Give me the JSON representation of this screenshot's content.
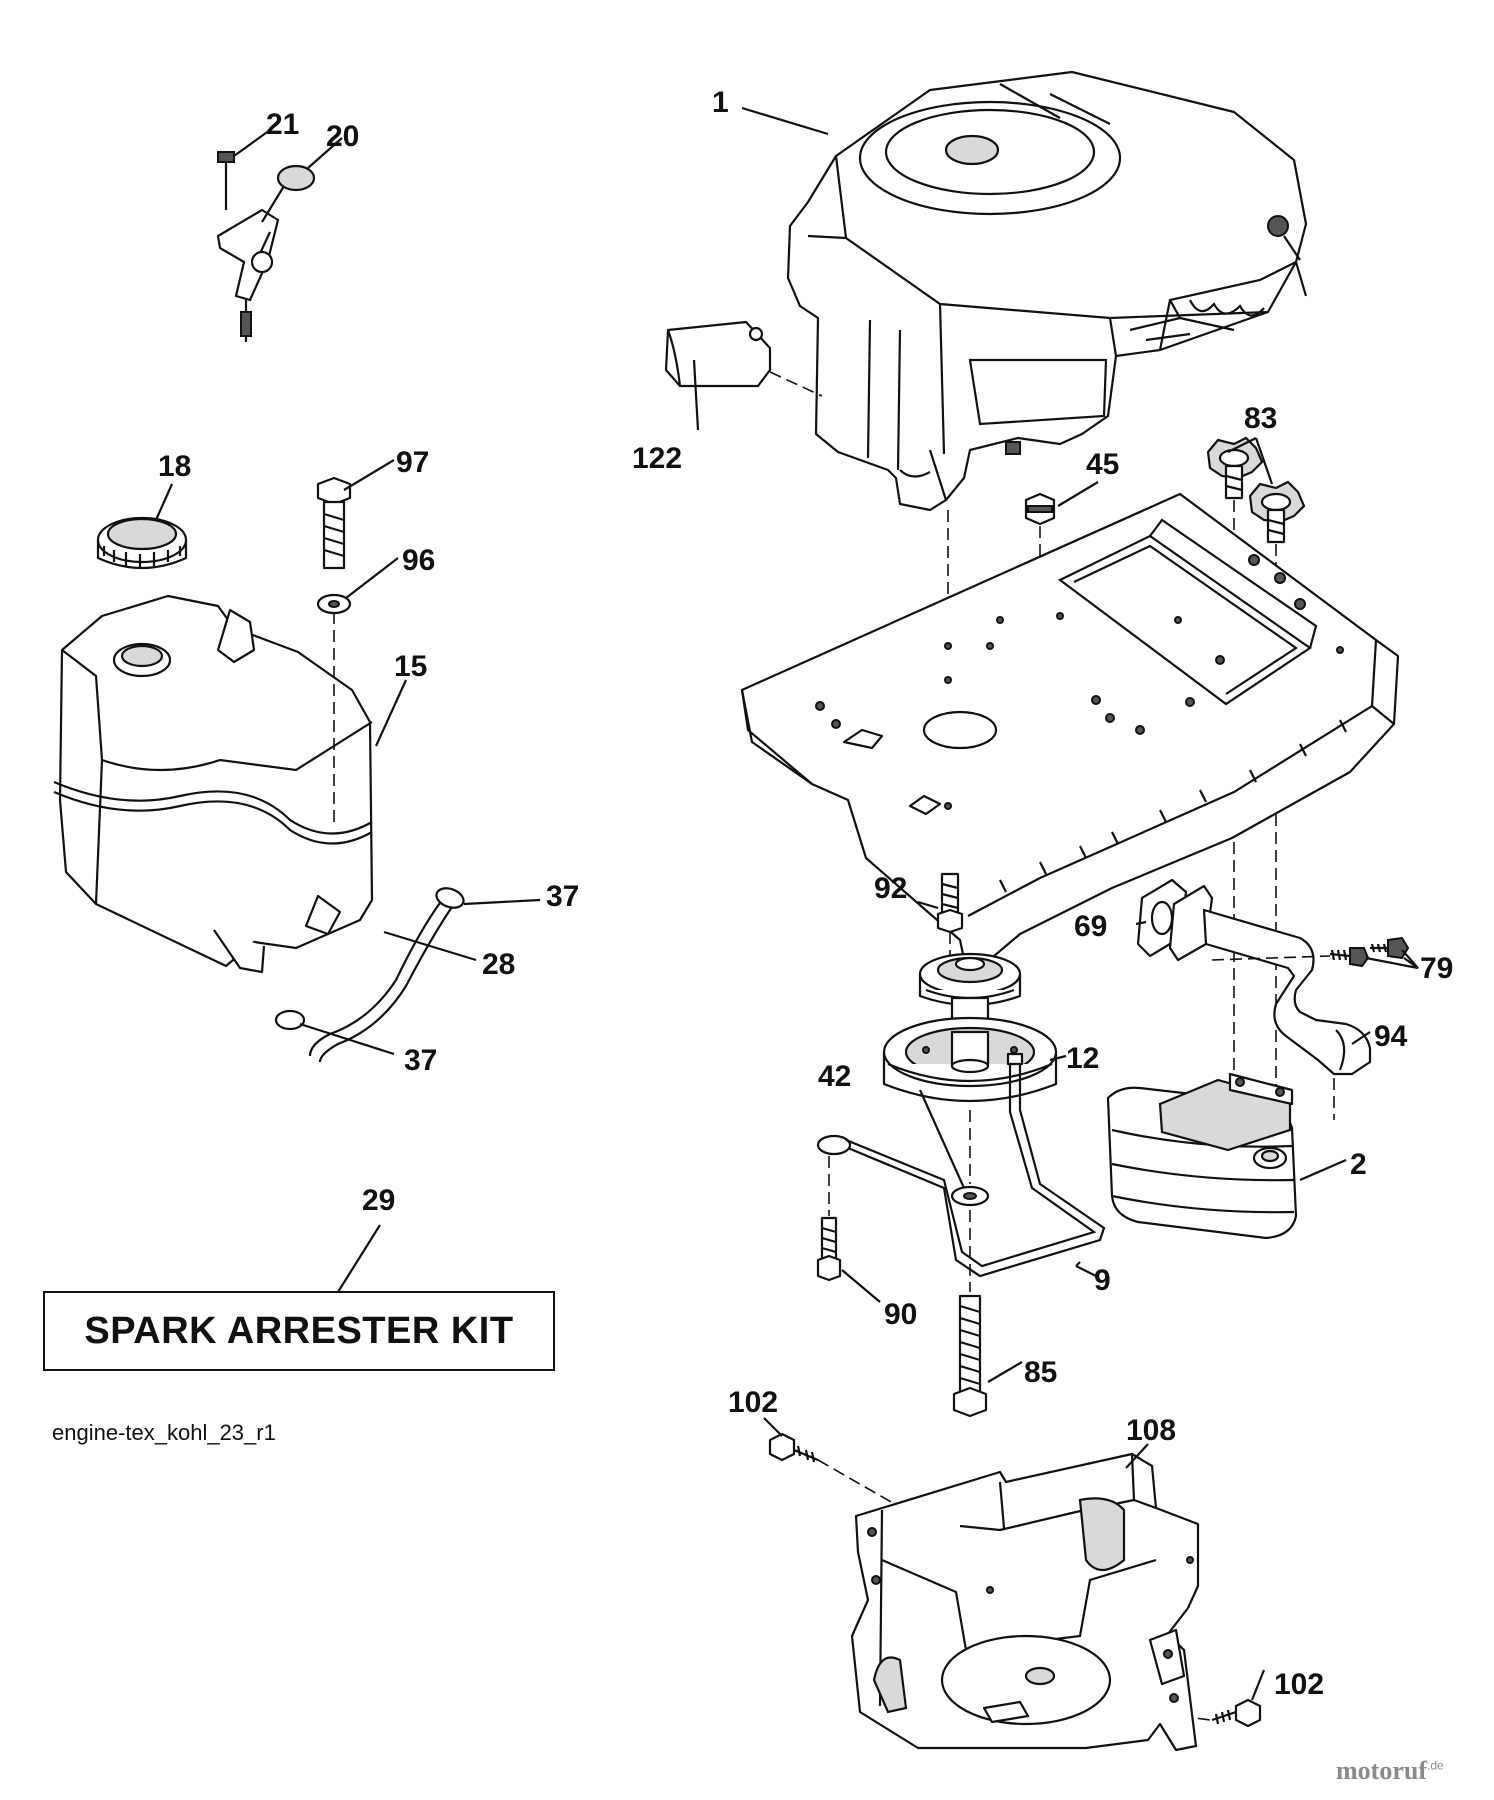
{
  "callouts": [
    "1",
    "2",
    "9",
    "12",
    "15",
    "18",
    "20",
    "21",
    "28",
    "29",
    "37",
    "37",
    "42",
    "45",
    "69",
    "79",
    "83",
    "85",
    "90",
    "92",
    "94",
    "96",
    "97",
    "102",
    "102",
    "108",
    "122"
  ],
  "kit_label": "SPARK ARRESTER KIT",
  "drawing_ref": "engine-tex_kohl_23_r1",
  "watermark": {
    "name": "motoruf",
    "suffix": ".de"
  }
}
